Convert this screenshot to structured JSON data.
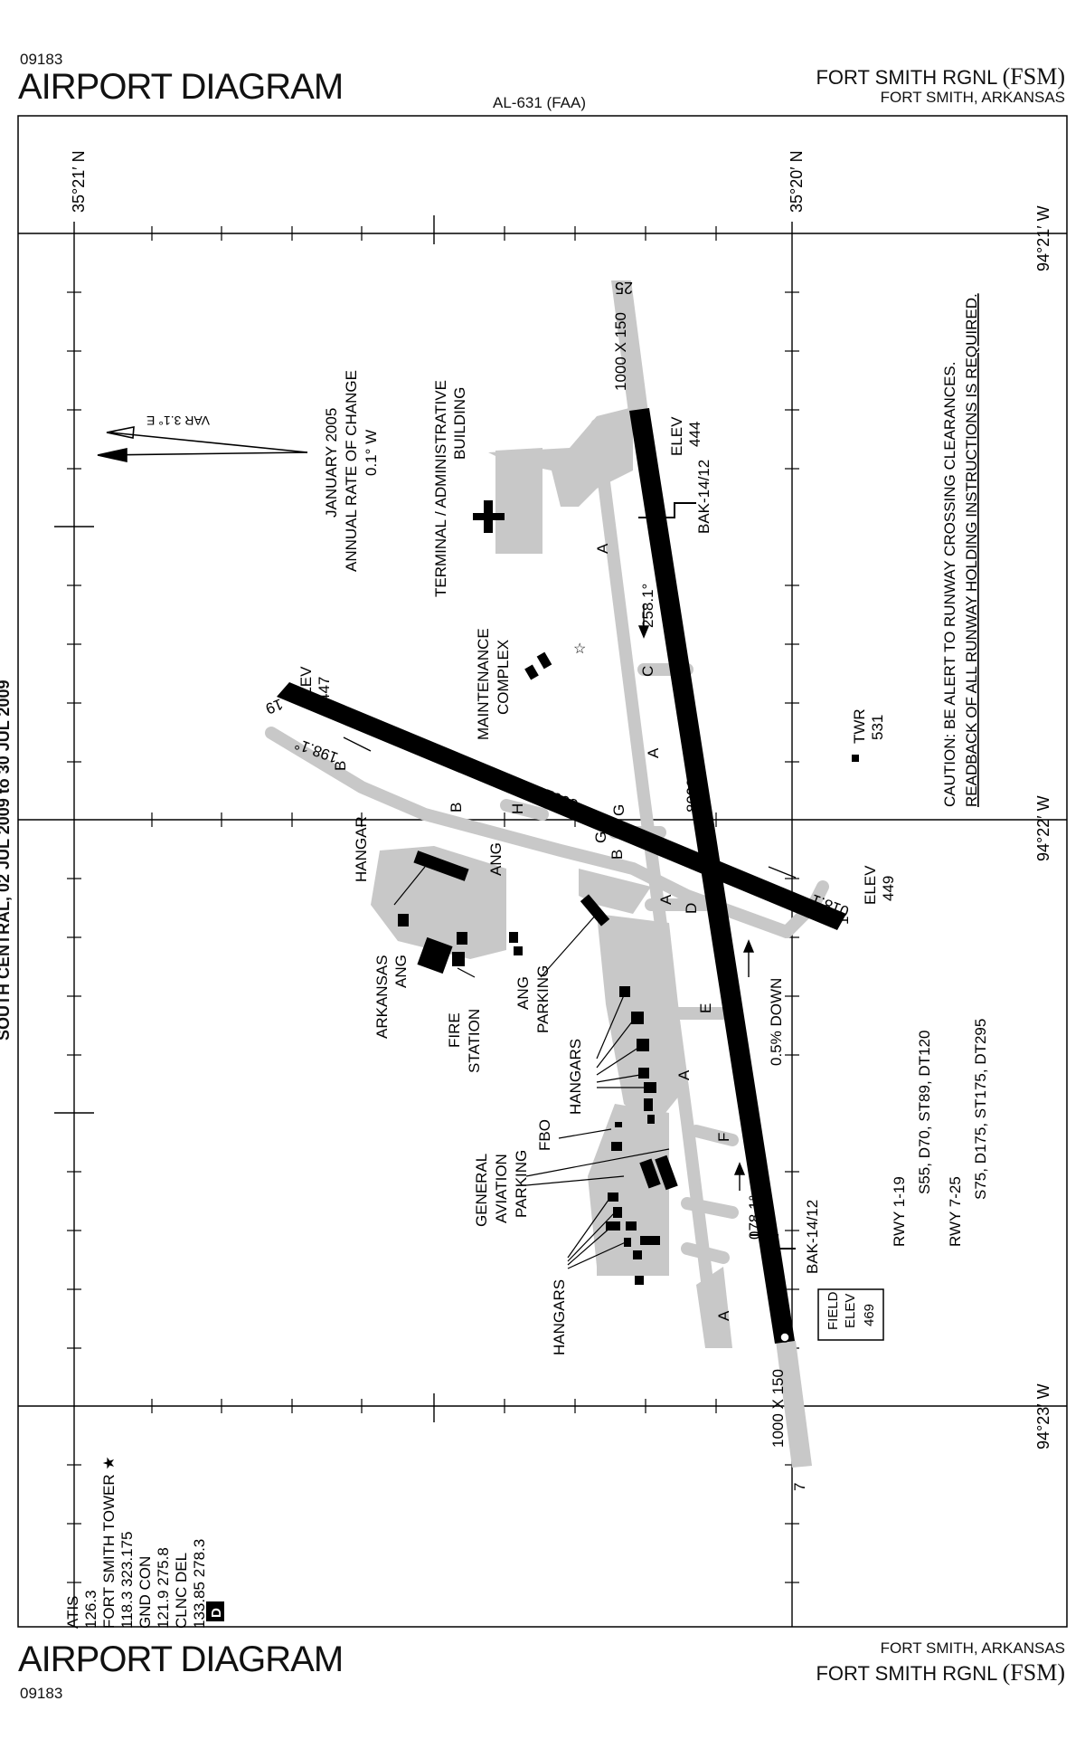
{
  "header": {
    "cycle": "09183",
    "title": "AIRPORT DIAGRAM",
    "chart_id": "AL-631 (FAA)",
    "airport_name": "FORT SMITH RGNL",
    "airport_id": "(FSM)",
    "location": "FORT SMITH, ARKANSAS"
  },
  "footer": {
    "cycle": "09183",
    "title": "AIRPORT DIAGRAM",
    "airport_name": "FORT SMITH RGNL",
    "airport_id": "(FSM)",
    "location": "FORT SMITH, ARKANSAS"
  },
  "coordinates": {
    "lat_left": "35°21′ N",
    "lat_right": "35°20′ N",
    "lon_top": "94°21′ W",
    "lon_mid": "94°22′ W",
    "lon_bottom": "94°23′ W"
  },
  "magnetic": {
    "var": "VAR 3.1° E",
    "date": "JANUARY 2005",
    "rate_label": "ANNUAL RATE OF CHANGE",
    "rate_value": "0.1°  W"
  },
  "caution": {
    "line1": "CAUTION:  BE ALERT TO RUNWAY CROSSING CLEARANCES.",
    "line2": "READBACK OF ALL RUNWAY HOLDING INSTRUCTIONS IS REQUIRED."
  },
  "runways": {
    "rwy_7": "7",
    "rwy_25": "25",
    "rwy_1": "1",
    "rwy_19": "19",
    "dims_7_25": "8000 x 150",
    "dims_1_19": "5002 x 150",
    "overrun_25": "1000 X 150",
    "overrun_7": "1000 X 150",
    "hdg_258": "258.1°",
    "hdg_078": "078.1°",
    "hdg_198": "198.1°",
    "hdg_018": "018.1°",
    "bak_top": "BAK-14/12",
    "bak_bottom": "BAK-14/12",
    "slope": "0.5% DOWN",
    "elev_444_label": "ELEV",
    "elev_444": "444",
    "elev_447_label": "ELEV",
    "elev_447": "447",
    "elev_449_label": "ELEV",
    "elev_449": "449",
    "field_elev_label1": "FIELD",
    "field_elev_label2": "ELEV",
    "field_elev": "469"
  },
  "strength": {
    "rwy_1_19_label": "RWY  1-19",
    "rwy_1_19": "S55, D70, ST89, DT120",
    "rwy_7_25_label": "RWY  7-25",
    "rwy_7_25": "S75, D175, ST175, DT295"
  },
  "taxiways": [
    "A",
    "A",
    "A",
    "A",
    "A",
    "B",
    "B",
    "B",
    "C",
    "D",
    "E",
    "F",
    "G",
    "G",
    "H"
  ],
  "labels": {
    "terminal1": "TERMINAL / ADMINISTRATIVE",
    "terminal2": "BUILDING",
    "maint1": "MAINTENANCE",
    "maint2": "COMPLEX",
    "twr": "TWR",
    "twr_elev": "531",
    "hangar": "HANGAR",
    "ang": "ANG",
    "arkansas1": "ARKANSAS",
    "arkansas2": "ANG",
    "fire1": "FIRE",
    "fire2": "STATION",
    "ang_parking1": "ANG",
    "ang_parking2": "PARKING",
    "hangars_mid": "HANGARS",
    "fbo": "FBO",
    "ga1": "GENERAL",
    "ga2": "AVIATION",
    "ga3": "PARKING",
    "hangars_low": "HANGARS"
  },
  "frequencies": {
    "atis_label": "ATIS",
    "atis": "126.3",
    "tower_label": "FORT SMITH TOWER ★",
    "tower": "118.3  323.175",
    "gnd_label": "GND CON",
    "gnd": "121.9  275.8",
    "clnc_label": "CLNC DEL",
    "clnc": "133.85  278.3",
    "service": "D"
  },
  "side_text": "SOUTH CENTRAL, 02 JUL 2009 to 30 JUL 2009"
}
